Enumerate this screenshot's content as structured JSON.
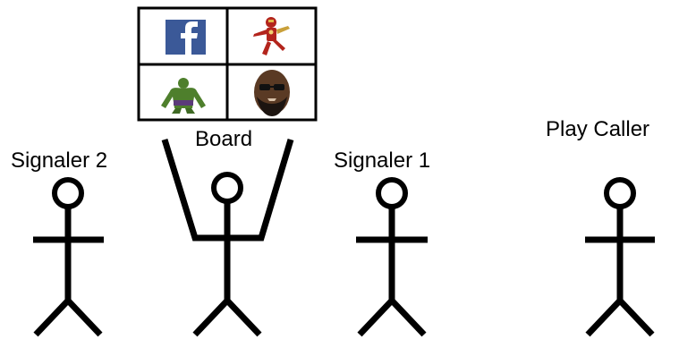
{
  "labels": {
    "signaler_2": "Signaler 2",
    "board": "Board",
    "signaler_1": "Signaler 1",
    "play_caller": "Play Caller"
  },
  "board_tiles": [
    {
      "icon": "facebook-logo",
      "color": "#3b5998"
    },
    {
      "icon": "iron-man-figure",
      "color": "#b3241c"
    },
    {
      "icon": "hulk-figure",
      "color": "#4e7f2c"
    },
    {
      "icon": "bearded-man-face",
      "color": "#5a3a24"
    }
  ]
}
